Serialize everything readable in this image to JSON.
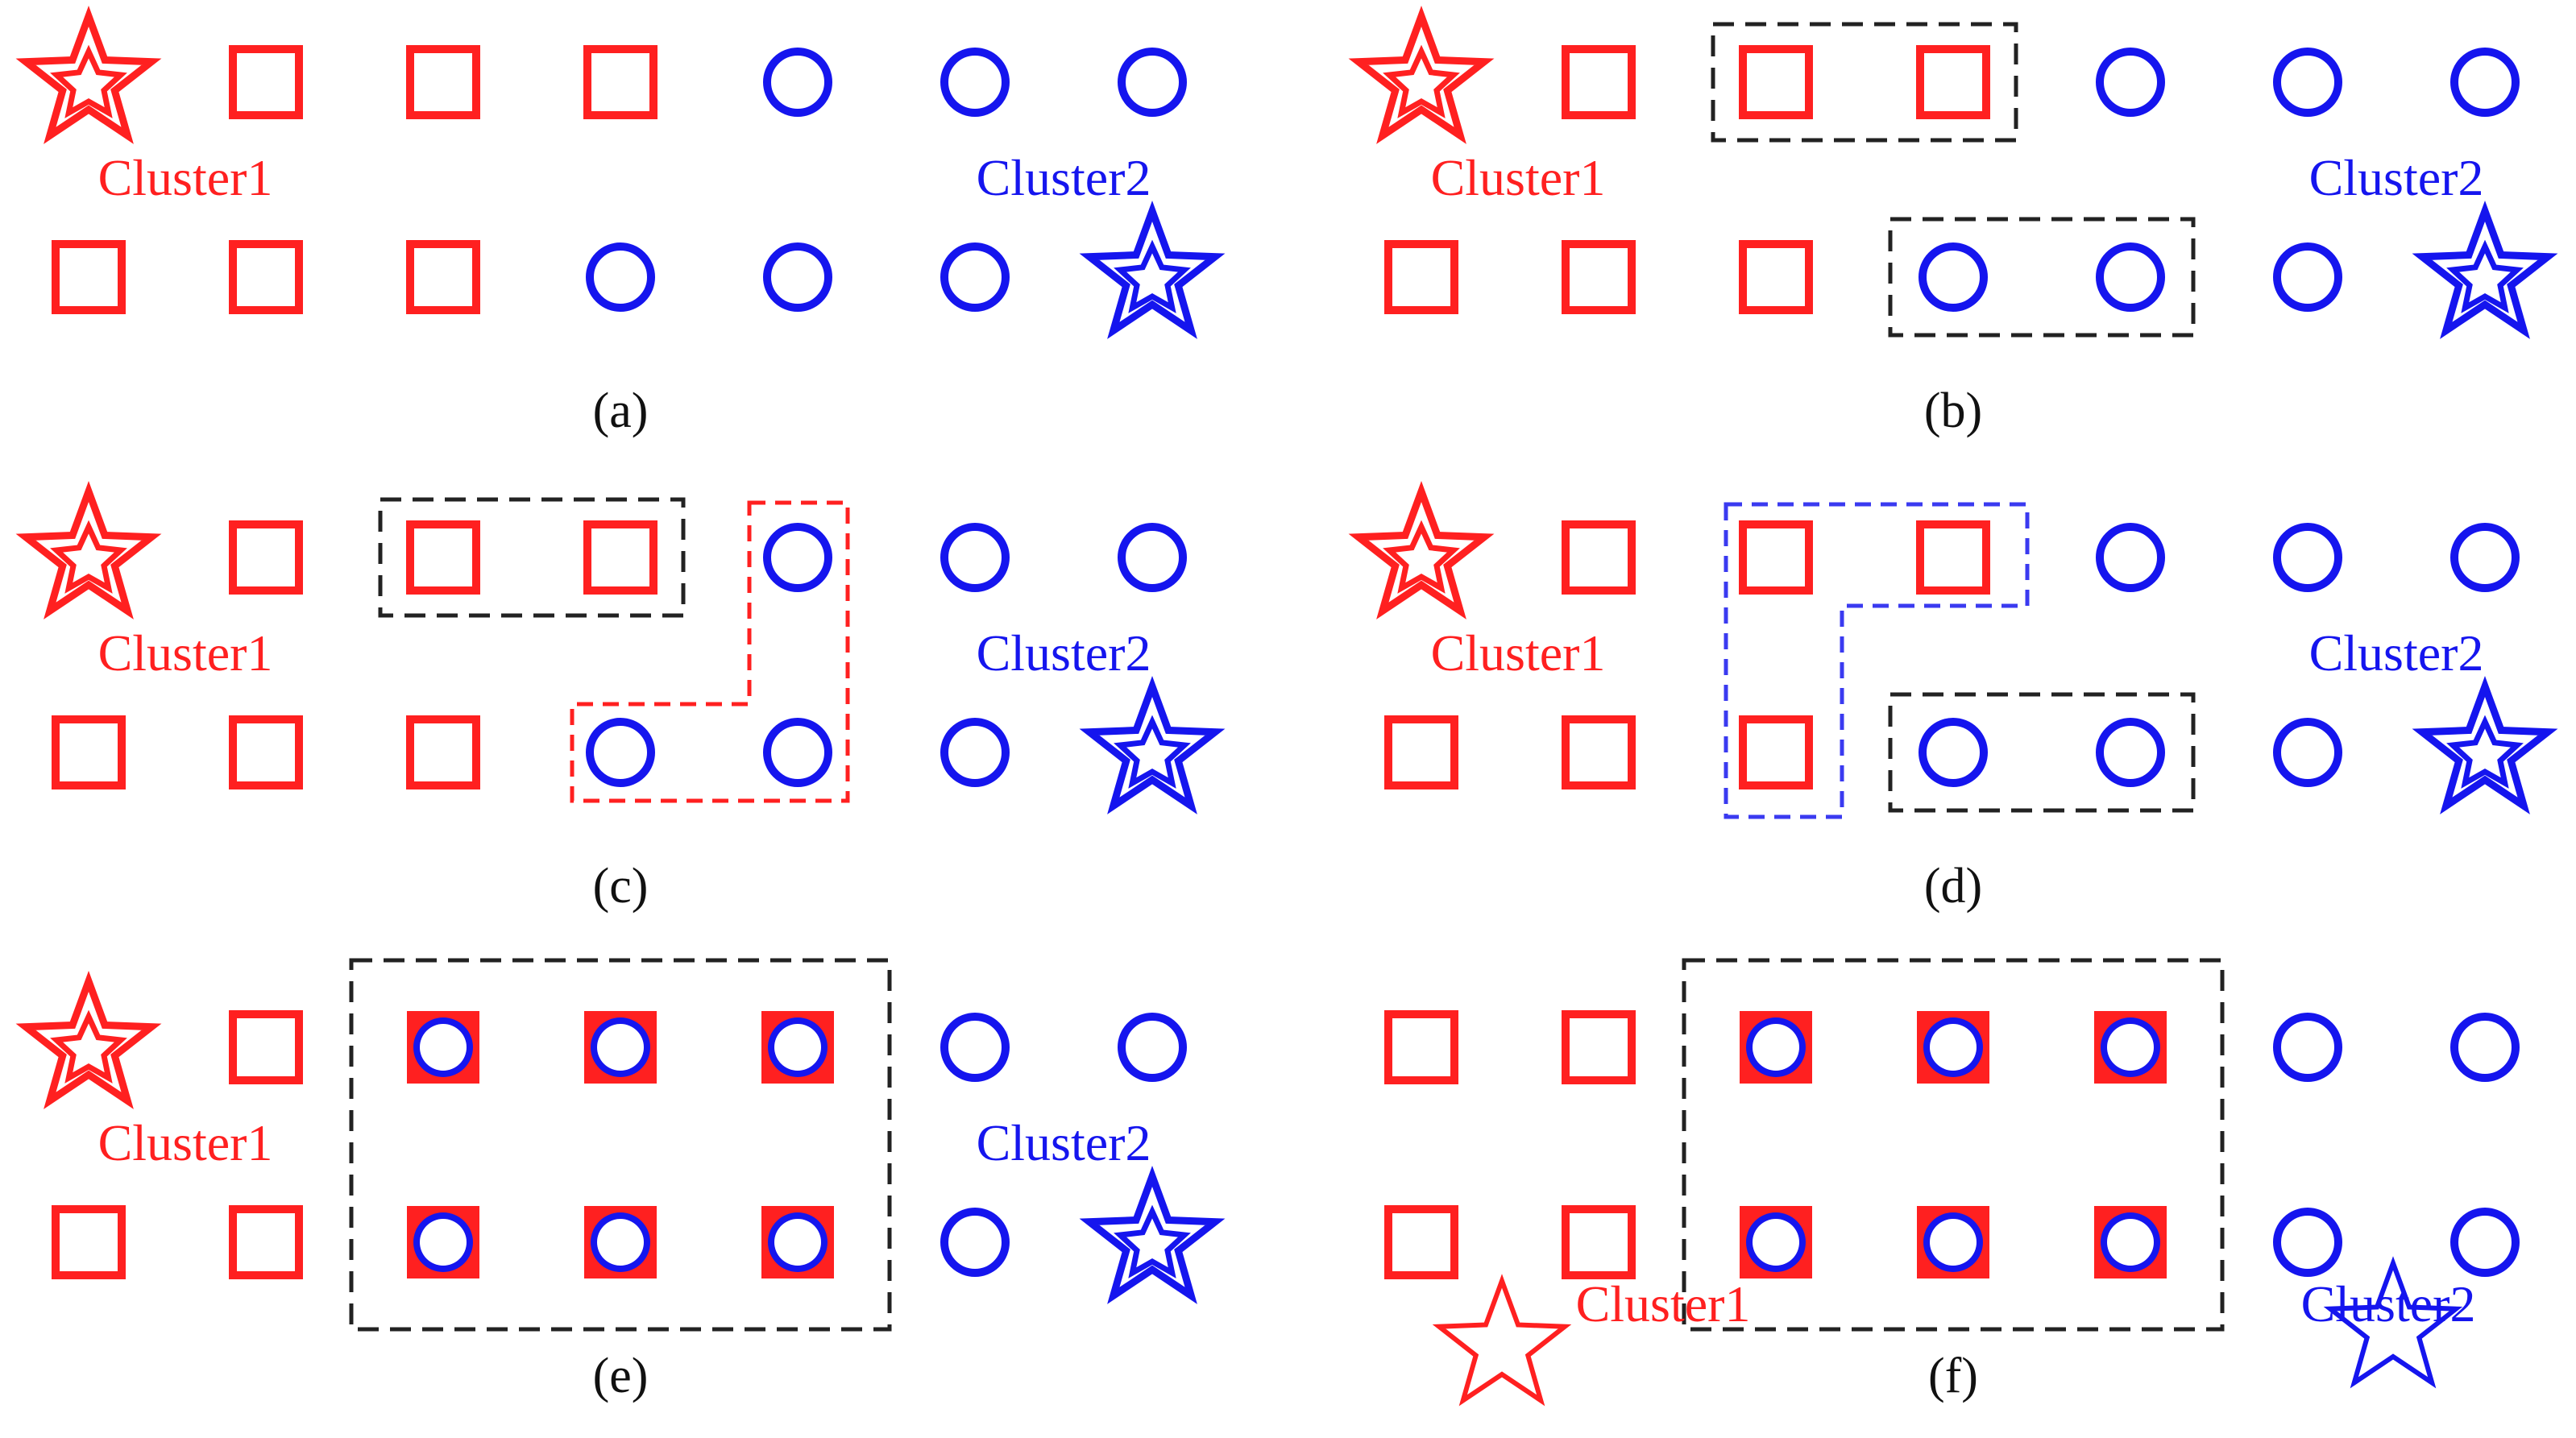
{
  "colors": {
    "cluster1": "#ff2020",
    "cluster2": "#1515ee",
    "box_black": "#222222",
    "box_red": "#ff2020",
    "box_blue": "#3a3af0",
    "background": "#ffffff"
  },
  "panels": [
    {
      "id": "a",
      "caption": "(a)",
      "cluster1_label": "Cluster1",
      "cluster2_label": "Cluster2",
      "grid": [
        [
          "star-red",
          "square",
          "square",
          "square",
          "circle",
          "circle",
          "circle"
        ],
        [
          "square",
          "square",
          "square",
          "circle",
          "circle",
          "circle",
          "star-blue"
        ]
      ],
      "groupings": []
    },
    {
      "id": "b",
      "caption": "(b)",
      "cluster1_label": "Cluster1",
      "cluster2_label": "Cluster2",
      "grid": [
        [
          "star-red",
          "square",
          "square",
          "square",
          "circle",
          "circle",
          "circle"
        ],
        [
          "square",
          "square",
          "square",
          "circle",
          "circle",
          "circle",
          "star-blue"
        ]
      ],
      "groupings": [
        {
          "color": "black",
          "cells": [
            [
              0,
              2
            ],
            [
              0,
              3
            ]
          ]
        },
        {
          "color": "black",
          "cells": [
            [
              1,
              3
            ],
            [
              1,
              4
            ]
          ]
        }
      ]
    },
    {
      "id": "c",
      "caption": "(c)",
      "cluster1_label": "Cluster1",
      "cluster2_label": "Cluster2",
      "grid": [
        [
          "star-red",
          "square",
          "square",
          "square",
          "circle",
          "circle",
          "circle"
        ],
        [
          "square",
          "square",
          "square",
          "circle",
          "circle",
          "circle",
          "star-blue"
        ]
      ],
      "groupings": [
        {
          "color": "black",
          "cells": [
            [
              0,
              2
            ],
            [
              0,
              3
            ]
          ]
        },
        {
          "color": "red",
          "cells": [
            [
              0,
              4
            ],
            [
              1,
              3
            ],
            [
              1,
              4
            ]
          ]
        }
      ]
    },
    {
      "id": "d",
      "caption": "(d)",
      "cluster1_label": "Cluster1",
      "cluster2_label": "Cluster2",
      "grid": [
        [
          "star-red",
          "square",
          "square",
          "square",
          "circle",
          "circle",
          "circle"
        ],
        [
          "square",
          "square",
          "square",
          "circle",
          "circle",
          "circle",
          "star-blue"
        ]
      ],
      "groupings": [
        {
          "color": "blue",
          "cells": [
            [
              0,
              2
            ],
            [
              0,
              3
            ],
            [
              1,
              2
            ]
          ]
        },
        {
          "color": "black",
          "cells": [
            [
              1,
              3
            ],
            [
              1,
              4
            ]
          ]
        }
      ]
    },
    {
      "id": "e",
      "caption": "(e)",
      "cluster1_label": "Cluster1",
      "cluster2_label": "Cluster2",
      "grid": [
        [
          "star-red",
          "square",
          "overlap",
          "overlap",
          "overlap",
          "circle",
          "circle"
        ],
        [
          "square",
          "square",
          "overlap",
          "overlap",
          "overlap",
          "circle",
          "star-blue"
        ]
      ],
      "groupings": [
        {
          "color": "black",
          "cells": [
            [
              0,
              2
            ],
            [
              0,
              3
            ],
            [
              0,
              4
            ],
            [
              1,
              2
            ],
            [
              1,
              3
            ],
            [
              1,
              4
            ]
          ]
        }
      ]
    },
    {
      "id": "f",
      "caption": "(f)",
      "cluster1_label": "Cluster1",
      "cluster2_label": "Cluster2",
      "grid": [
        [
          "square",
          "square",
          "overlap",
          "overlap",
          "overlap",
          "circle",
          "circle"
        ],
        [
          "square",
          "square",
          "overlap",
          "overlap",
          "overlap",
          "circle",
          "circle"
        ]
      ],
      "free_stars": [
        "star-red-outline",
        "star-blue-outline"
      ],
      "groupings": [
        {
          "color": "black",
          "cells": [
            [
              0,
              2
            ],
            [
              0,
              3
            ],
            [
              0,
              4
            ],
            [
              1,
              2
            ],
            [
              1,
              3
            ],
            [
              1,
              4
            ]
          ]
        }
      ]
    }
  ]
}
